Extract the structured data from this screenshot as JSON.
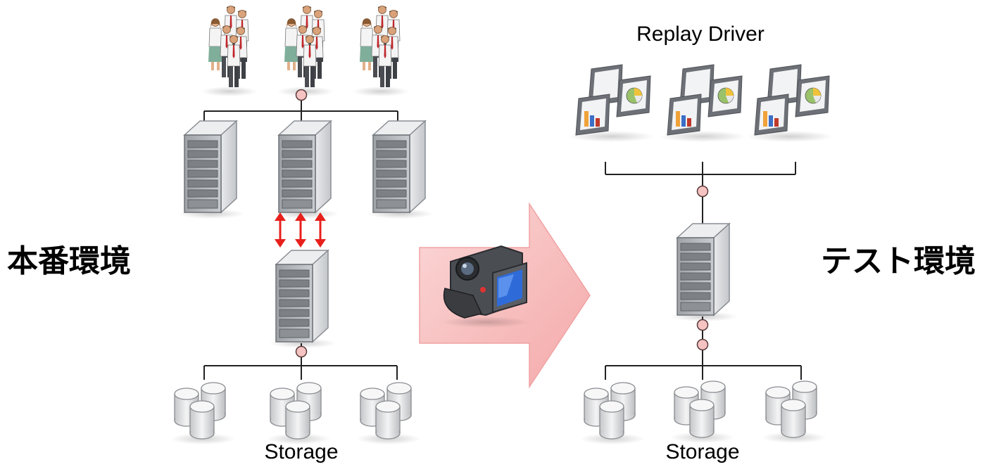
{
  "production": {
    "label": "本番環境",
    "storage_label": "Storage"
  },
  "test": {
    "label": "テスト環境",
    "replay_label": "Replay Driver",
    "storage_label": "Storage"
  },
  "colors": {
    "connector_node": "#f6c3c3",
    "connector_stroke": "#c0504d",
    "arrow_fill": "#f9c7c7",
    "sync_arrows": "#e8201c",
    "server_body": "#d5d7da",
    "storage_body": "#e3e4e6"
  },
  "icons": {
    "users": "people-group-icon",
    "server": "server-tower-icon",
    "storage": "database-cylinders-icon",
    "replay": "dashboard-screens-icon",
    "capture": "video-camera-icon"
  }
}
